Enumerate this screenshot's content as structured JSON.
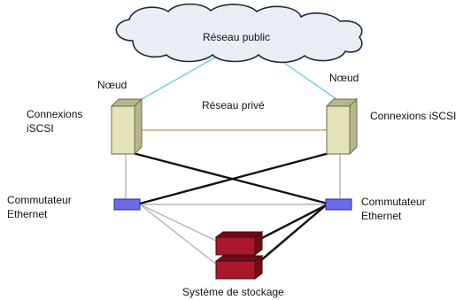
{
  "labels": {
    "public_network": "Réseau public",
    "private_network": "Réseau privé",
    "node_left": "Nœud",
    "node_right": "Nœud",
    "iscsi_left_line1": "Connexions",
    "iscsi_left_line2": "iSCSI",
    "iscsi_right": "Connexions iSCSI",
    "switch_left_line1": "Commutateur",
    "switch_left_line2": "Ethernet",
    "switch_right_line1": "Commutateur",
    "switch_right_line2": "Ethernet",
    "storage": "Système de stockage"
  },
  "colors": {
    "cloud_fill": "#e9eef4",
    "cloud_stroke": "#1f2a3a",
    "public_link": "#7fd6e6",
    "private_link": "#d9a56a",
    "node_fill": "#e4e2b8",
    "node_shade": "#b8b68c",
    "switch_fill": "#6b6bea",
    "switch_stroke": "#2a2a8c",
    "thick_link": "#111111",
    "thin_link": "#b5b5b5",
    "storage_fill": "#a8182a",
    "storage_shade": "#6e0c18"
  }
}
